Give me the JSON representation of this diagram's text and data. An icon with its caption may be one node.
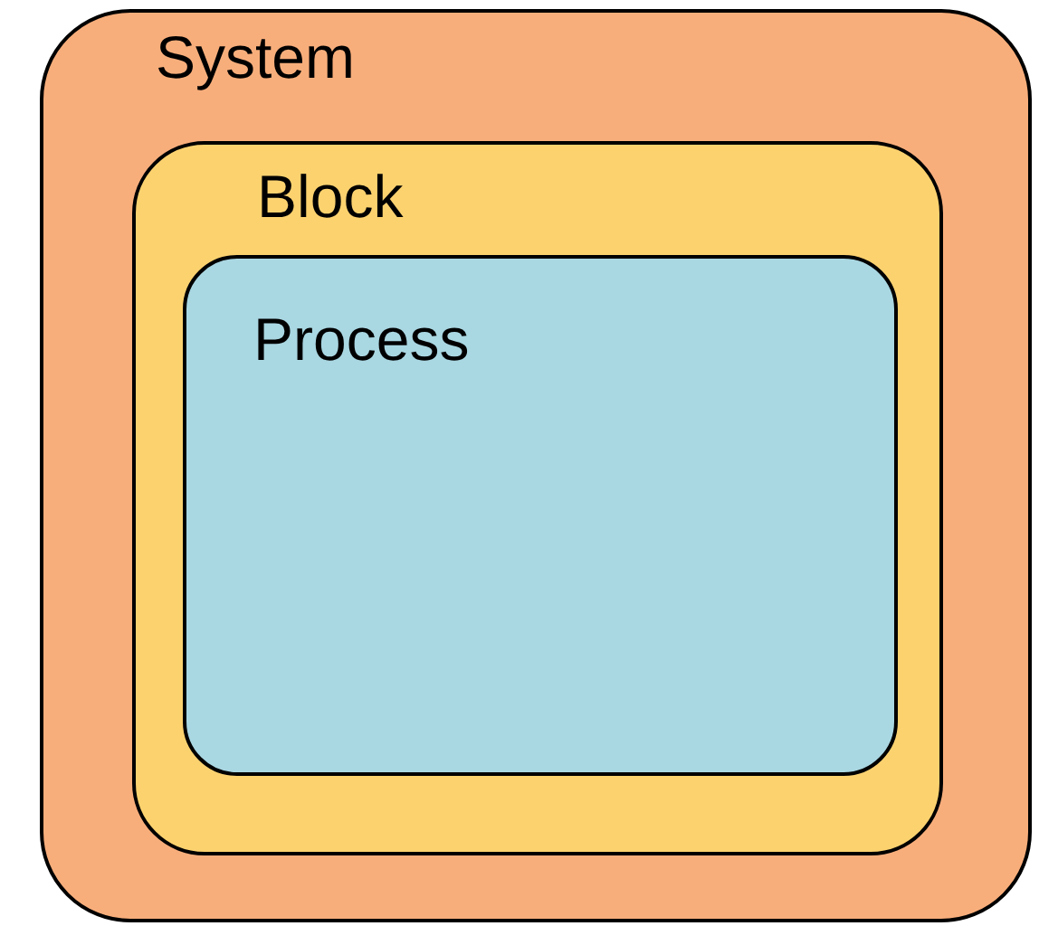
{
  "diagram": {
    "nodes": [
      {
        "text": [
          "System"
        ]
      },
      {
        "text": [
          "Block"
        ],
        "in": 0
      },
      {
        "text": [
          "Process"
        ],
        "in": 1
      }
    ]
  }
}
